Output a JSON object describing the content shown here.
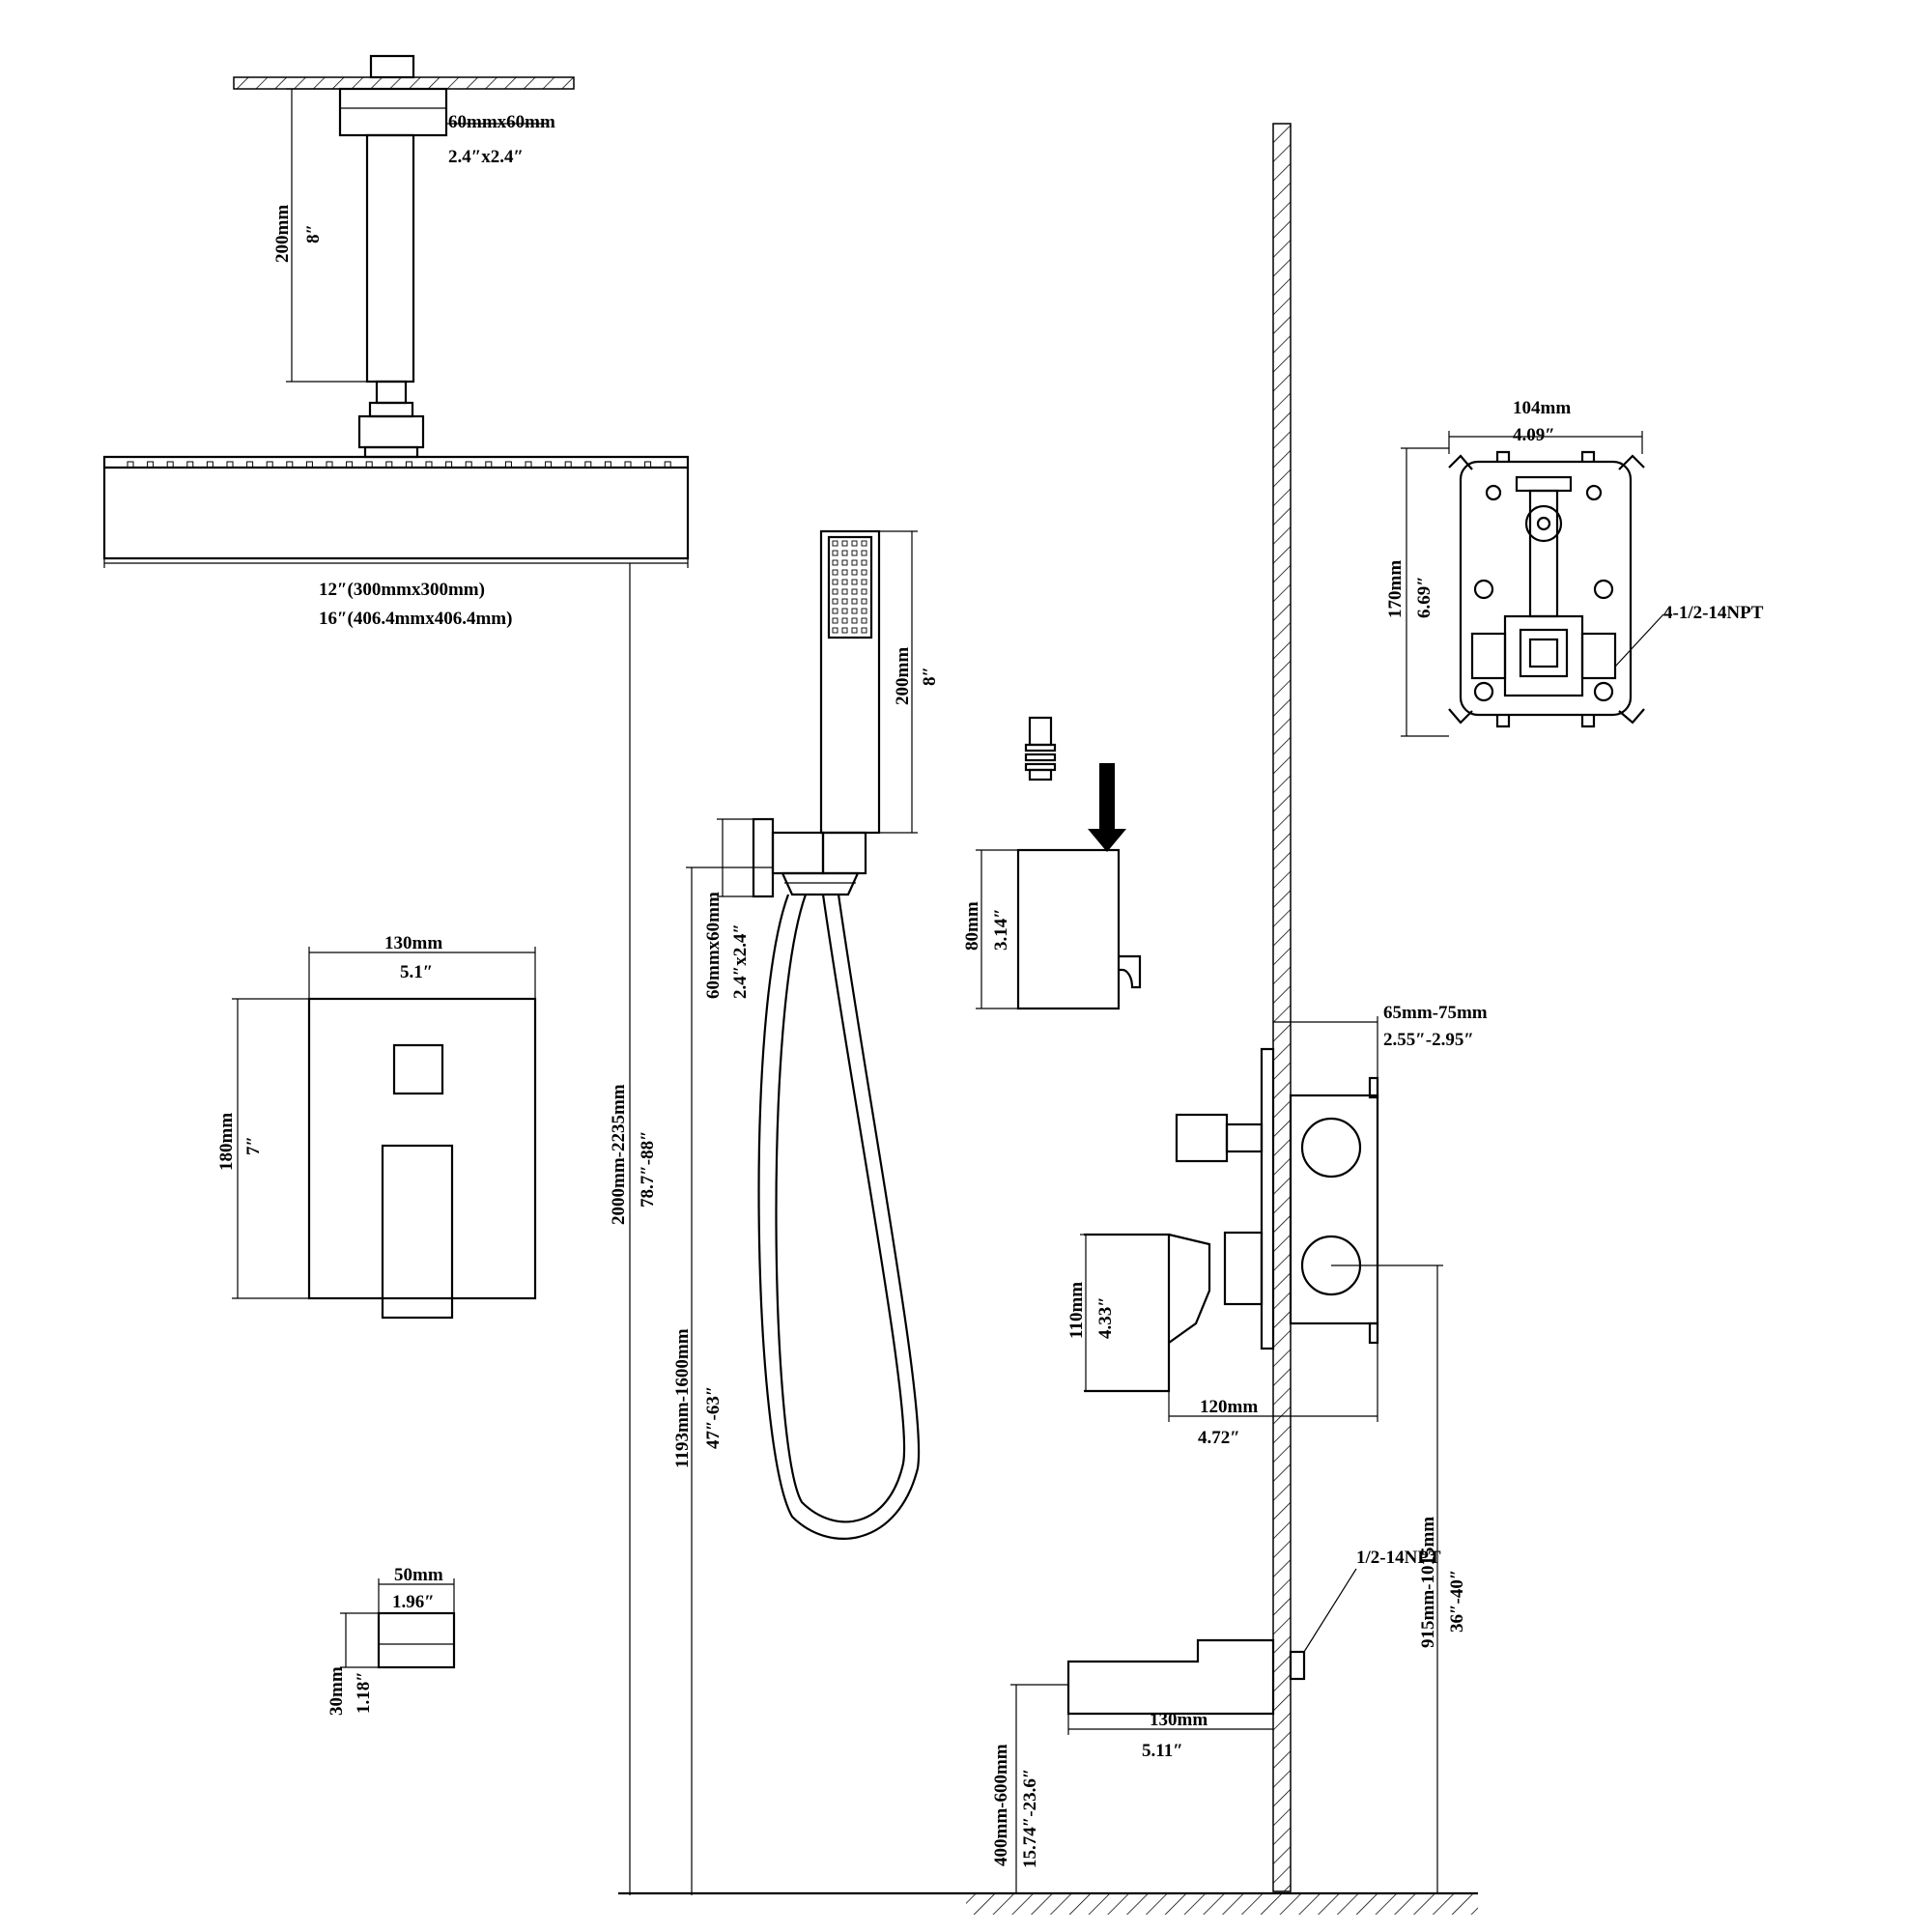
{
  "ceiling_arm": {
    "size_mm": "60mmx60mm",
    "size_in": "2.4″x2.4″",
    "length_mm": "200mm",
    "length_in": "8″"
  },
  "shower_head": {
    "size_12": "12″(300mmx300mm)",
    "size_16": "16″(406.4mmx406.4mm)"
  },
  "head_height": {
    "mm": "2000mm-2235mm",
    "in": "78.7″-88″"
  },
  "hand_shower": {
    "length_mm": "200mm",
    "length_in": "8″",
    "elbow_mm": "60mmx60mm",
    "elbow_in": "2.4″x2.4″",
    "height_mm": "1193mm-1600mm",
    "height_in": "47″-63″"
  },
  "holder": {
    "height_mm": "80mm",
    "height_in": "3.14″"
  },
  "trim_plate": {
    "width_mm": "130mm",
    "width_in": "5.1″",
    "height_mm": "180mm",
    "height_in": "7″"
  },
  "handle": {
    "width_mm": "50mm",
    "width_in": "1.96″",
    "height_mm": "30mm",
    "height_in": "1.18″"
  },
  "valve_body": {
    "width_mm": "104mm",
    "width_in": "4.09″",
    "height_mm": "170mm",
    "height_in": "6.69″",
    "thread": "4-1/2-14NPT"
  },
  "side_view": {
    "depth_mm": "65mm-75mm",
    "depth_in": "2.55″-2.95″",
    "handle_h_mm": "110mm",
    "handle_h_in": "4.33″",
    "handle_l_mm": "120mm",
    "handle_l_in": "4.72″",
    "valve_height_mm": "915mm-1015mm",
    "valve_height_in": "36″-40″",
    "thread": "1/2-14NPT"
  },
  "tub_spout": {
    "length_mm": "130mm",
    "length_in": "5.11″",
    "height_mm": "400mm-600mm",
    "height_in": "15.74″-23.6″"
  }
}
